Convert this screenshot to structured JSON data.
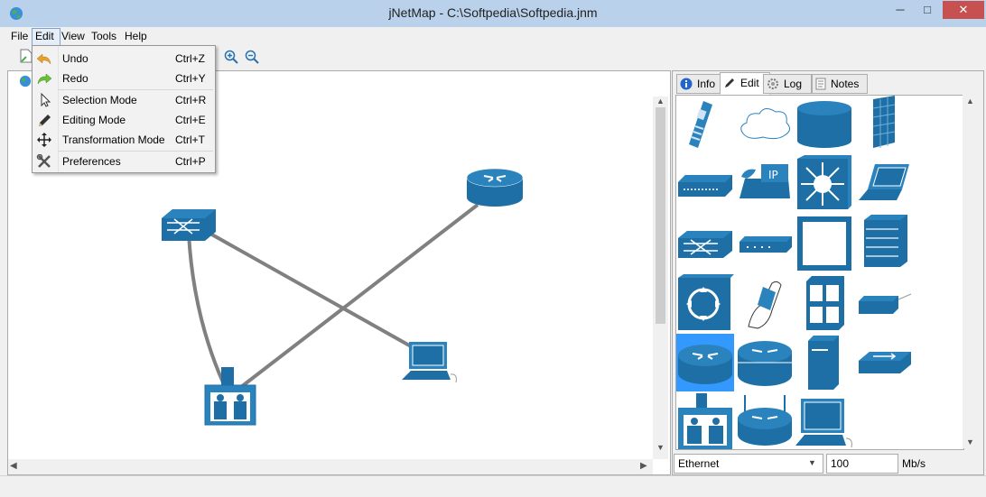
{
  "window": {
    "title": "jNetMap - C:\\Softpedia\\Softpedia.jnm",
    "minimize": "─",
    "maximize": "□",
    "close": "✕"
  },
  "menubar": {
    "file": "File",
    "edit": "Edit",
    "view": "View",
    "tools": "Tools",
    "help": "Help"
  },
  "edit_menu": {
    "undo": {
      "label": "Undo",
      "shortcut": "Ctrl+Z",
      "icon": "undo-icon"
    },
    "redo": {
      "label": "Redo",
      "shortcut": "Ctrl+Y",
      "icon": "redo-icon"
    },
    "selection_mode": {
      "label": "Selection Mode",
      "shortcut": "Ctrl+R",
      "icon": "pointer-icon"
    },
    "editing_mode": {
      "label": "Editing Mode",
      "shortcut": "Ctrl+E",
      "icon": "pencil-icon"
    },
    "transformation_mode": {
      "label": "Transformation Mode",
      "shortcut": "Ctrl+T",
      "icon": "move-icon"
    },
    "preferences": {
      "label": "Preferences",
      "shortcut": "Ctrl+P",
      "icon": "tools-icon"
    }
  },
  "panel_tabs": {
    "info": "Info",
    "edit": "Edit",
    "log": "Log",
    "notes": "Notes"
  },
  "link": {
    "type": "Ethernet",
    "bandwidth": "100",
    "unit": "Mb/s"
  },
  "colors": {
    "device_blue": "#1d6fa5",
    "link_gray": "#808080",
    "selection_blue": "#3399ff"
  }
}
